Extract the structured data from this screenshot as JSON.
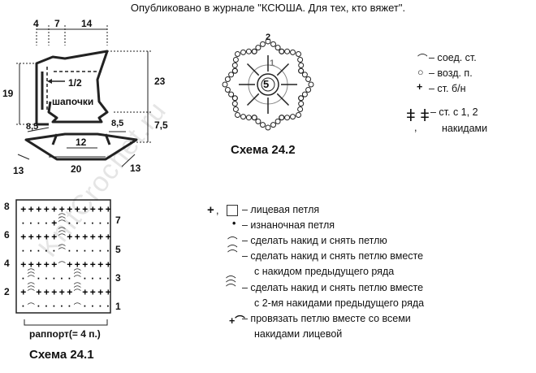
{
  "header": "Опубликовано в журнале \"КСЮША. Для тех, кто вяжет\".",
  "pattern": {
    "dims": {
      "top_a": "4",
      "top_b": "7",
      "top_c": "14",
      "left_height": "19",
      "right_height": "23",
      "right_lower": "7,5",
      "waist_left": "8,5",
      "waist_right": "8,5",
      "waist_width": "12",
      "bottom_left": "13",
      "bottom_width": "20",
      "bottom_right": "13"
    },
    "label_half": "1/2",
    "label_hat": "шапочки"
  },
  "scheme2": {
    "caption": "Схема 24.2",
    "center": "5",
    "row_labels": [
      "2",
      "1"
    ]
  },
  "legend_top": {
    "items": [
      {
        "symbol": "slip-stitch-icon",
        "text": "– соед. ст."
      },
      {
        "symbol": "chain-icon",
        "text": "– возд. п."
      },
      {
        "symbol": "single-crochet-icon",
        "text": "– ст. б/н"
      },
      {
        "symbol": "double-crochet-icon",
        "text": "– ст. с 1, 2"
      },
      {
        "symbol": "",
        "text": "накидами"
      }
    ],
    "comma": ","
  },
  "chart": {
    "caption": "Схема 24.1",
    "repeat_label": "раппорт(= 4 п.)",
    "left_rows": [
      "8",
      "6",
      "4",
      "2"
    ],
    "right_rows": [
      "7",
      "5",
      "3",
      "1"
    ],
    "rows": [
      [
        "+",
        "+",
        "+",
        "+",
        "+",
        "+",
        "+",
        "+",
        "+",
        "+",
        "+",
        "+"
      ],
      [
        ".",
        ".",
        ".",
        ".",
        "+",
        "3",
        ".",
        ".",
        ".",
        ".",
        ".",
        "."
      ],
      [
        "+",
        "+",
        "+",
        "+",
        "+",
        "3",
        "+",
        "+",
        "+",
        "+",
        "+",
        "+"
      ],
      [
        ".",
        ".",
        ".",
        ".",
        ".",
        "2",
        ".",
        ".",
        ".",
        ".",
        ".",
        "."
      ],
      [
        "+",
        "+",
        "+",
        "+",
        "+",
        "1",
        "+",
        "+",
        "+",
        "+",
        "+",
        "+"
      ],
      [
        ".",
        "3",
        ".",
        ".",
        ".",
        ".",
        ".",
        "3",
        ".",
        ".",
        ".",
        "."
      ],
      [
        "+",
        "3",
        "+",
        "+",
        "+",
        "+",
        "+",
        "3",
        "+",
        "+",
        "+",
        "+"
      ],
      [
        ".",
        "1",
        ".",
        ".",
        ".",
        ".",
        ".",
        "1",
        ".",
        ".",
        ".",
        "."
      ]
    ]
  },
  "legend_bottom": {
    "items": [
      {
        "symbol": "knit-icon",
        "text": "– лицевая петля"
      },
      {
        "symbol": "purl-icon",
        "text": "– изнаночная петля"
      },
      {
        "symbol": "yarn-over-1-icon",
        "text": "– сделать накид и снять петлю"
      },
      {
        "symbol": "yarn-over-2-icon",
        "text": "– сделать накид и снять петлю вместе"
      },
      {
        "symbol": "",
        "text": "с накидом предыдущего ряда"
      },
      {
        "symbol": "yarn-over-3-icon",
        "text": "– сделать накид и снять петлю вместе"
      },
      {
        "symbol": "",
        "text": "с 2-мя накидами предыдущего ряда"
      },
      {
        "symbol": "knit-together-icon",
        "text": "– провязать петлю вместе со всеми"
      },
      {
        "symbol": "",
        "text": "накидами лицевой"
      }
    ],
    "knit_comma": ","
  },
  "watermark": "KnitCrochet.ru"
}
